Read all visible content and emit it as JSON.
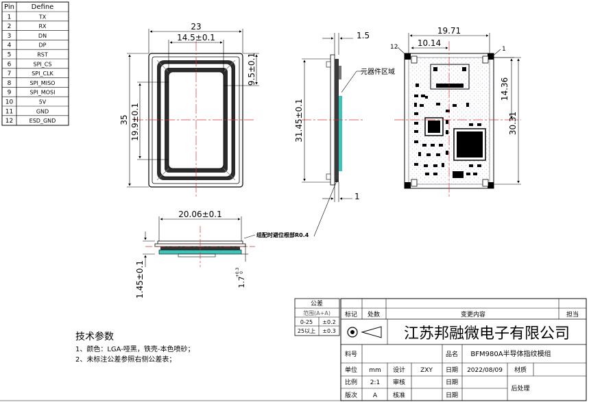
{
  "pin_table": {
    "header_pin": "Pin",
    "header_define": "Define",
    "rows": [
      {
        "pin": "1",
        "define": "TX"
      },
      {
        "pin": "2",
        "define": "RX"
      },
      {
        "pin": "3",
        "define": "DN"
      },
      {
        "pin": "4",
        "define": "DP"
      },
      {
        "pin": "5",
        "define": "RST"
      },
      {
        "pin": "6",
        "define": "SPI_CS"
      },
      {
        "pin": "7",
        "define": "SPI_CLK"
      },
      {
        "pin": "8",
        "define": "SPI_MISO"
      },
      {
        "pin": "9",
        "define": "SPI_MOSI"
      },
      {
        "pin": "10",
        "define": "5V"
      },
      {
        "pin": "11",
        "define": "GND"
      },
      {
        "pin": "12",
        "define": "ESD_GND"
      }
    ]
  },
  "front_view": {
    "dim_width": "23",
    "dim_window_width": "14.5±0.1",
    "dim_top_offset": "9.5±0.1",
    "dim_height": "35",
    "dim_window_height": "19.9±0.1"
  },
  "side_view": {
    "dim_thickness": "1.5",
    "dim_height": "31.45±0.1",
    "dim_bottom": "1",
    "label_component_area": "元器件区域",
    "label_note": "组配时避位根部R0.4"
  },
  "back_view": {
    "dim_width": "19.71",
    "dim_offset": "10.14",
    "dim_top": "14.36",
    "dim_height": "30.31",
    "pin_label_1": "1",
    "pin_label_12": "12"
  },
  "bottom_view": {
    "dim_width": "20.06±0.1",
    "dim_height": "1.45±0.1",
    "dim_thin": "1.7",
    "dim_thin_tol_top": "+0.3",
    "dim_thin_tol_bottom": "0"
  },
  "tech": {
    "title": "技术参数",
    "line1": "1、颜色：LGA-哑黑，铁壳-本色喷砂；",
    "line2": "2、未标注公差参照右侧公差表；"
  },
  "tolerance": {
    "title": "公差",
    "header": "范围(A+A)",
    "rows": [
      {
        "range": "0-25",
        "tol": "±0.2"
      },
      {
        "range": "25以上",
        "tol": "±0.3"
      }
    ]
  },
  "title_block": {
    "hdr_mark": "标记",
    "hdr_count": "处数",
    "hdr_change": "变更内容",
    "hdr_sign": "担当",
    "company": "江苏邦融微电子有限公司",
    "lbl_part_no": "料号",
    "lbl_product": "品名",
    "product_name": "BFM980A半导体指纹模组",
    "lbl_unit": "单位",
    "unit": "mm",
    "lbl_design": "设计",
    "designer": "ZXY",
    "lbl_date": "日期",
    "date": "2022/08/09",
    "lbl_material": "材质",
    "lbl_scale": "比例",
    "scale": "2:1",
    "lbl_review": "审核",
    "lbl_date2": "日期",
    "lbl_version": "版次",
    "version": "A",
    "lbl_approve": "核准",
    "lbl_date3": "日期",
    "lbl_post": "后处理"
  }
}
